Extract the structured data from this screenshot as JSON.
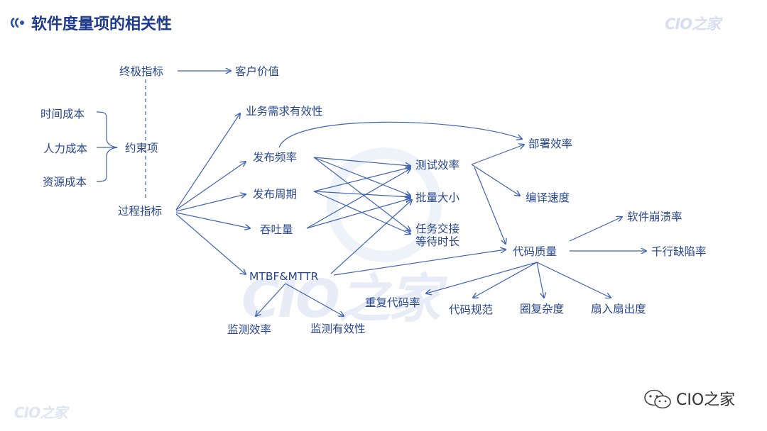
{
  "header": {
    "title": "软件度量项的相关性",
    "brand": "CIO之家"
  },
  "footer": {
    "brand": "CIO之家",
    "wechat_account": "CIO之家"
  },
  "watermark": {
    "text": "CIO之家"
  },
  "colors": {
    "title": "#1f3a8a",
    "lines": "#3f63b4",
    "nodes": "#27468f",
    "watermark": "#e7ecf7"
  },
  "icons": [
    "brand-logo-icon",
    "wechat-icon"
  ],
  "nodes": {
    "ultimate": "终极指标",
    "customer_value": "客户价值",
    "time_cost": "时间成本",
    "human_cost": "人力成本",
    "resource_cost": "资源成本",
    "constraint": "约束项",
    "process": "过程指标",
    "biz_effectiveness": "业务需求有效性",
    "release_freq": "发布频率",
    "release_cycle": "发布周期",
    "throughput": "吞吐量",
    "mtbf": "MTBF&MTTR",
    "test_eff": "测试效率",
    "batch_size": "批量大小",
    "handoff_wait": "任务交接\n等待时长",
    "deploy_eff": "部署效率",
    "compile_speed": "编译速度",
    "code_quality": "代码质量",
    "crash_rate": "软件崩溃率",
    "defects_per_kloc": "千行缺陷率",
    "dup_code": "重复代码率",
    "code_standard": "代码规范",
    "complexity": "圈复杂度",
    "fan_in_out": "扇入扇出度",
    "monitor_eff": "监测效率",
    "monitor_valid": "监测有效性"
  }
}
